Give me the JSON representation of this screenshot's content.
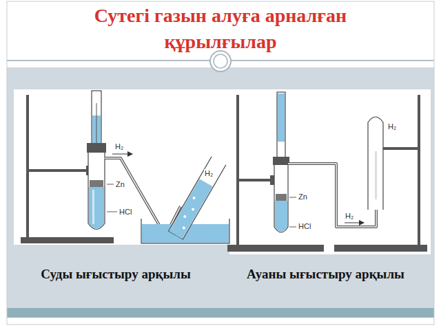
{
  "diagram": {
    "title": "Сутегі газын алуға арналған құрылғылар",
    "labels": [
      "H₂",
      "Zn",
      "HCl",
      "H₂",
      "Zn",
      "HCl",
      "H₂",
      "H₂",
      "Суды ығыстыру арқылы",
      "Ауаны ығыстыру арқылы"
    ]
  }
}
